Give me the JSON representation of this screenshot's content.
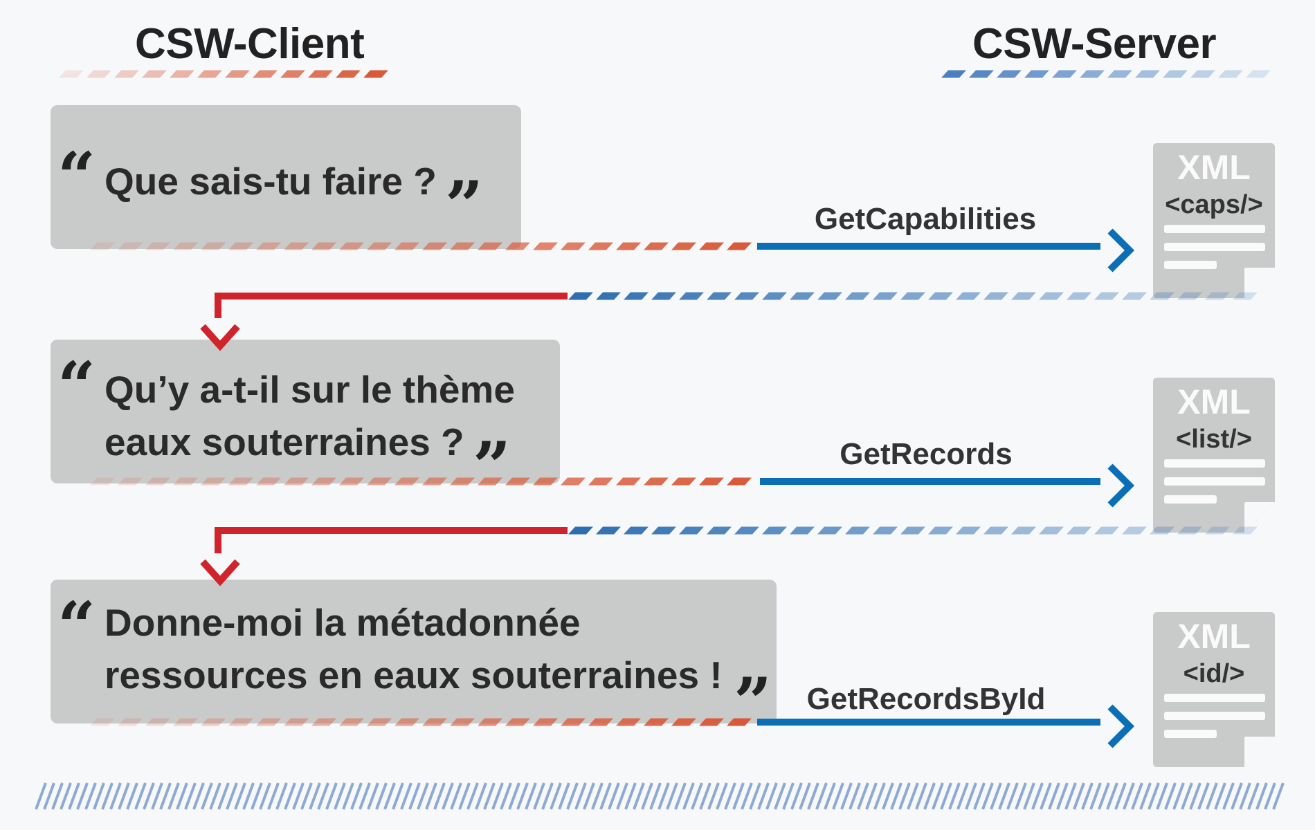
{
  "headers": {
    "client": "CSW-Client",
    "server": "CSW-Server"
  },
  "steps": [
    {
      "question_lines": [
        "Que sais-tu faire ?"
      ],
      "operation": "GetCapabilities",
      "response": {
        "format": "XML",
        "tag": "<caps/>"
      }
    },
    {
      "question_lines": [
        "Qu’y a-t-il sur le thème",
        "eaux souterraines ?"
      ],
      "operation": "GetRecords",
      "response": {
        "format": "XML",
        "tag": "<list/>"
      }
    },
    {
      "question_lines": [
        "Donne-moi la métadonnée",
        "ressources en eaux souterraines !"
      ],
      "operation": "GetRecordsById",
      "response": {
        "format": "XML",
        "tag": "<id/>"
      }
    }
  ],
  "icons": {
    "quote_open": "open-quote-icon",
    "quote_close": "close-quote-icon",
    "request_arrow": "arrow-right-icon",
    "response_arrow": "arrow-down-icon",
    "document": "xml-document-icon"
  },
  "colors": {
    "client": "#d0242c",
    "server": "#0a6fb5",
    "bubble": "#c9caca",
    "document": "#c9caca",
    "background": "#f6f8fa",
    "hatch": "#8ea9d2"
  }
}
